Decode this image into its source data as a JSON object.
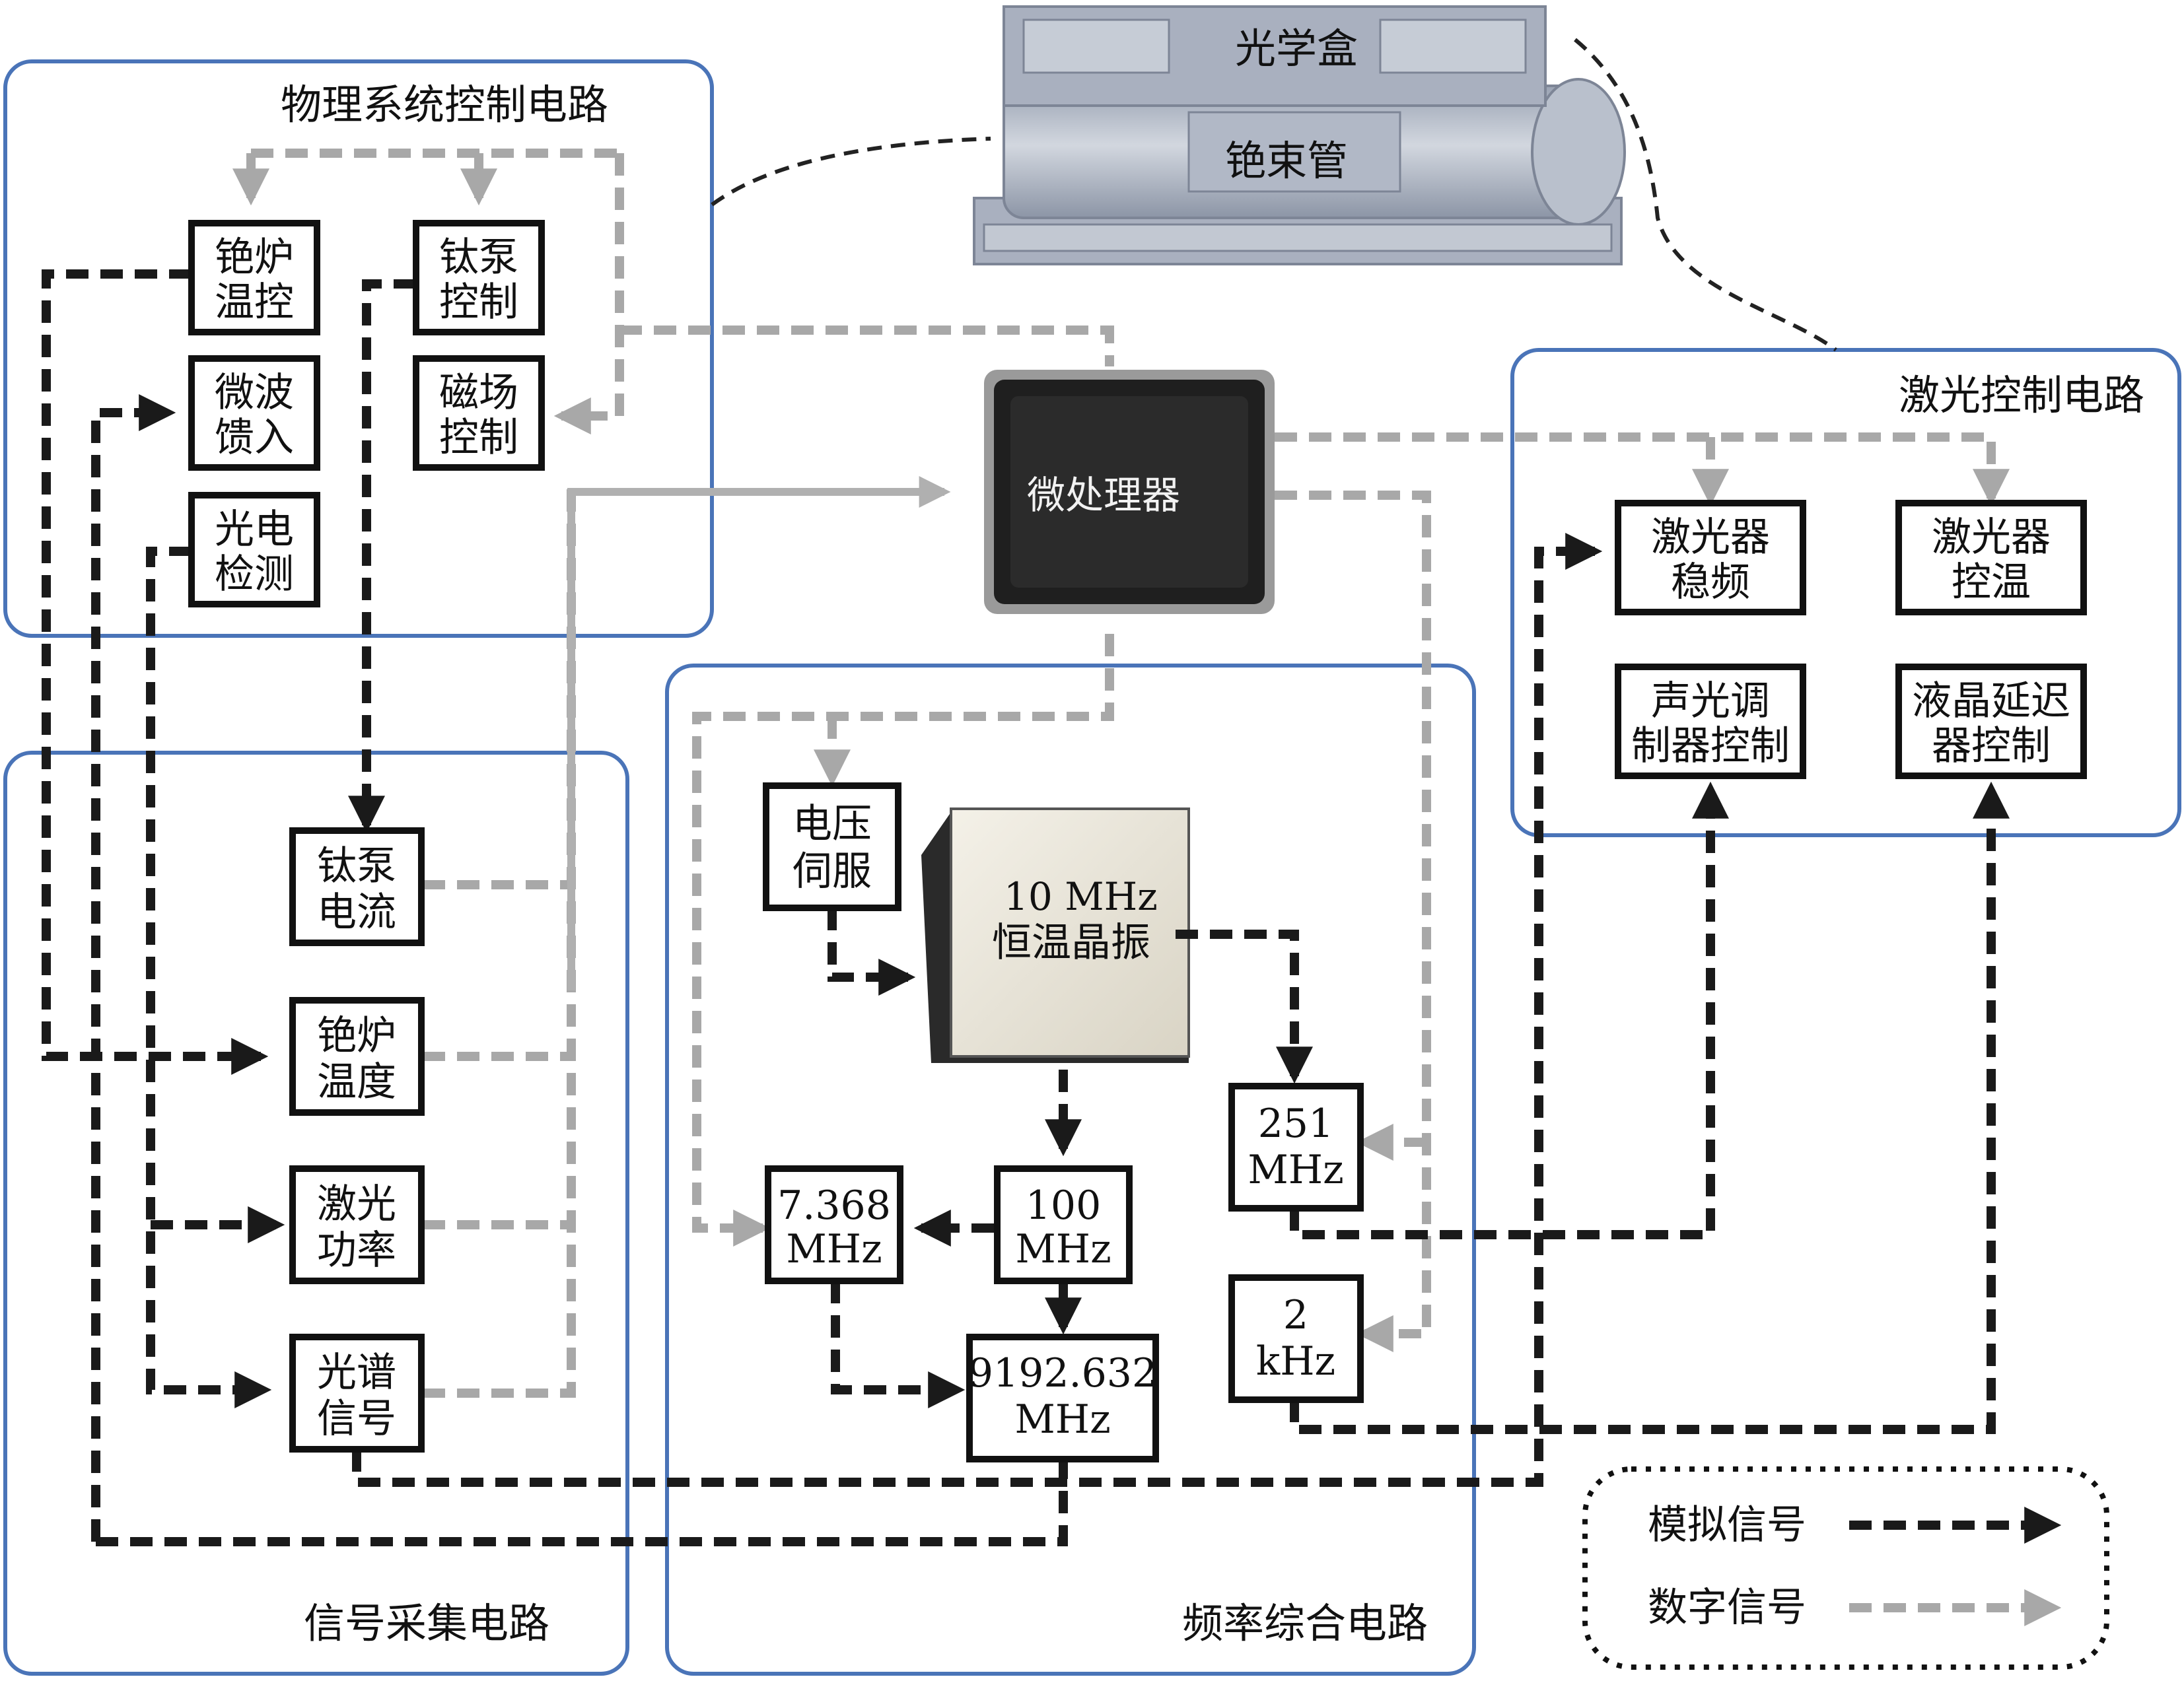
{
  "regions": {
    "physics": "物理系统控制电路",
    "laser": "激光控制电路",
    "signal": "信号采集电路",
    "frequency": "频率综合电路"
  },
  "physics_package": {
    "optics_box": "光学盒",
    "cesium_tube": "铯束管"
  },
  "microprocessor": "微处理器",
  "oscillator": {
    "line1": "10 MHz",
    "line2": "恒温晶振"
  },
  "boxes": {
    "cs_oven_ctrl": [
      "铯炉",
      "温控"
    ],
    "ti_pump_ctrl": [
      "钛泵",
      "控制"
    ],
    "microwave_feed": [
      "微波",
      "馈入"
    ],
    "magnetic_ctrl": [
      "磁场",
      "控制"
    ],
    "photo_detect": [
      "光电",
      "检测"
    ],
    "laser_lock": [
      "激光器",
      "稳频"
    ],
    "laser_temp": [
      "激光器",
      "控温"
    ],
    "aom_ctrl": [
      "声光调",
      "制器控制"
    ],
    "lc_delay_ctrl": [
      "液晶延迟",
      "器控制"
    ],
    "ti_pump_current": [
      "钛泵",
      "电流"
    ],
    "cs_oven_temp": [
      "铯炉",
      "温度"
    ],
    "laser_power": [
      "激光",
      "功率"
    ],
    "spectrum_signal": [
      "光谱",
      "信号"
    ],
    "voltage_servo": [
      "电压",
      "伺服"
    ],
    "f251": [
      "251",
      "MHz"
    ],
    "f2k": [
      "2",
      "kHz"
    ],
    "f7368": [
      "7.368",
      "MHz"
    ],
    "f100": [
      "100",
      "MHz"
    ],
    "f9192": [
      "9192.632",
      "MHz"
    ]
  },
  "legend": {
    "analog": "模拟信号",
    "digital": "数字信号"
  },
  "colors": {
    "analog": "#1a1a1a",
    "digital": "#a8a8a8",
    "region_border": "#4a74b8"
  }
}
